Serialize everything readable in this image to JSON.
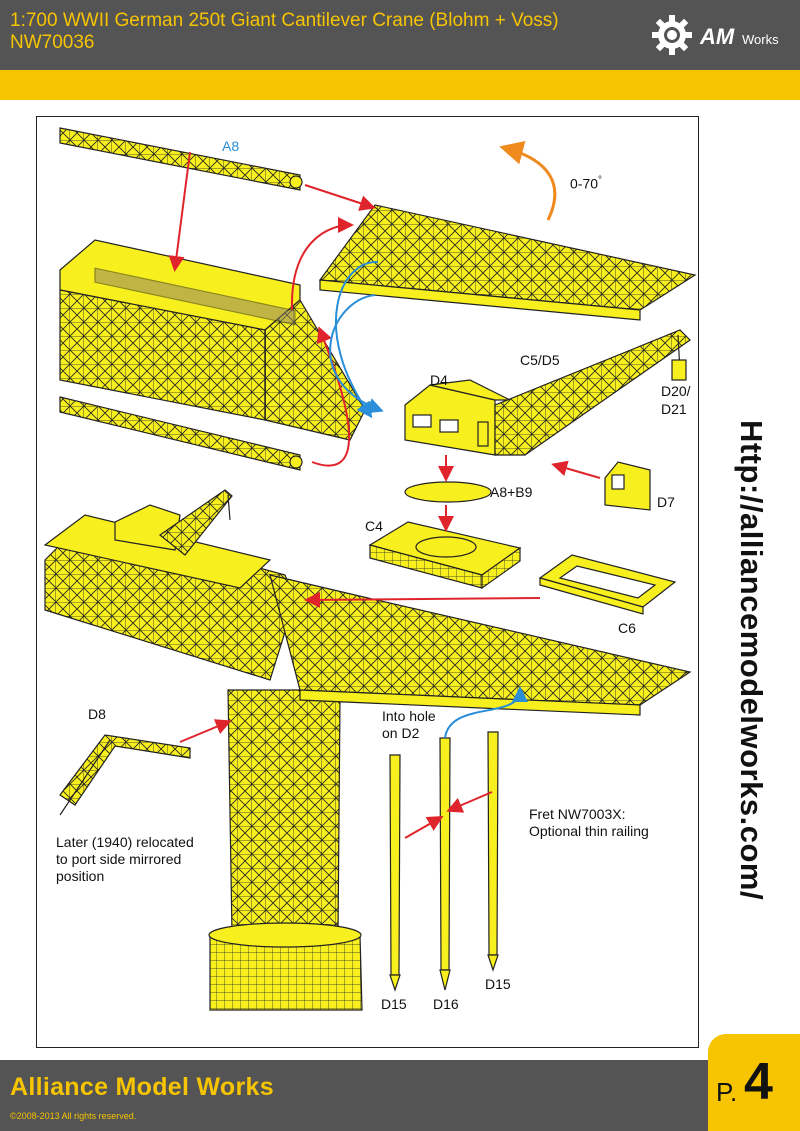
{
  "header": {
    "title_line1": "1:700 WWII German 250t Giant Cantilever Crane (Blohm + Voss)",
    "title_line2": "NW70036",
    "logo_text": "AM",
    "logo_sub": "Works",
    "logo_icon": "gear-icon"
  },
  "labels": {
    "a8": "A8",
    "angle": "0-70",
    "angle_deg": "°",
    "c5d5": "C5/D5",
    "d4": "D4",
    "d20": "D20/",
    "d21": "D21",
    "a8b9": "A8+B9",
    "c4": "C4",
    "d7": "D7",
    "c6": "C6",
    "d8": "D8",
    "into_hole1": "Into hole",
    "into_hole2": "on D2",
    "fret1": "Fret NW7003X:",
    "fret2": "Optional thin railing",
    "later1": "Later (1940) relocated",
    "later2": "to port side mirrored",
    "later3": "position",
    "d15a": "D15",
    "d16": "D16",
    "d15b": "D15"
  },
  "url": "Http://alliancemodelworks.com/",
  "footer": {
    "name": "Alliance Model Works",
    "copyright": "©2008-2013 All rights reserved.",
    "page_prefix": "P.",
    "page_number": "4"
  },
  "colors": {
    "header_bg": "#545454",
    "accent_yellow": "#f6c400",
    "part_yellow": "#f7ef1e",
    "arrow_red": "#e0242b",
    "arrow_blue": "#2a8ed8",
    "arrow_orange": "#ef8a1f"
  }
}
